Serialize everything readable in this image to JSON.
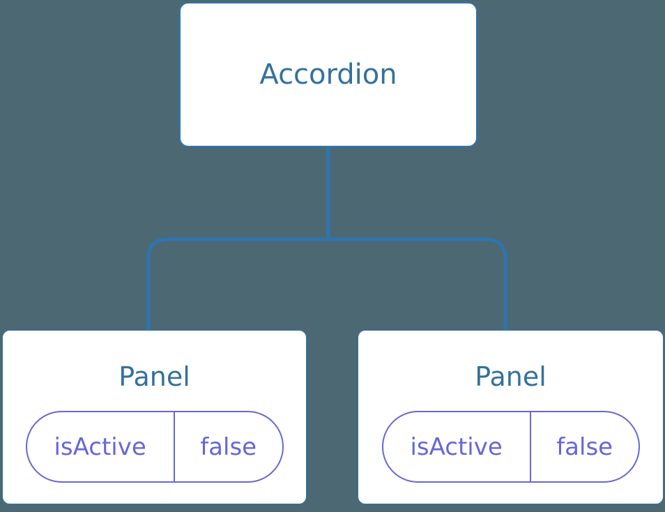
{
  "diagram": {
    "type": "component-tree",
    "root": {
      "label": "Accordion"
    },
    "children": [
      {
        "label": "Panel",
        "props": [
          {
            "name": "isActive",
            "value": "false"
          }
        ]
      },
      {
        "label": "Panel",
        "props": [
          {
            "name": "isActive",
            "value": "false"
          }
        ]
      }
    ]
  },
  "colors": {
    "background": "#4c6873",
    "node_background": "#ffffff",
    "node_border_blue": "#2e75b0",
    "node_text_blue": "#33719e",
    "connector_blue": "#2e75b0",
    "state_purple": "#6766d9"
  }
}
